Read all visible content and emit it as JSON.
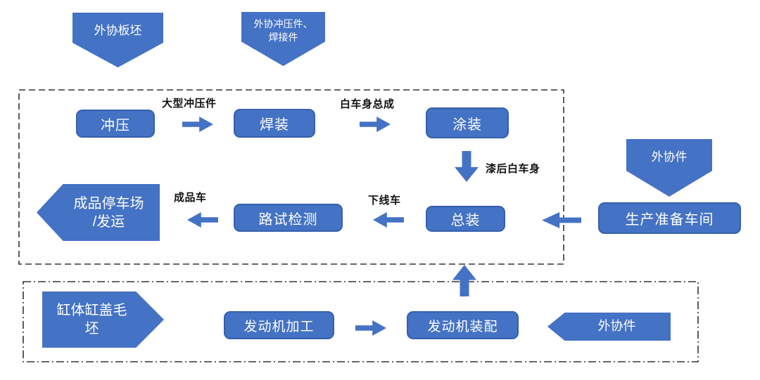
{
  "diagram": {
    "top_inputs": {
      "slab": "外协板坯",
      "press_weld_lines": [
        "外协冲压件、",
        "焊接件"
      ],
      "outsourced": "外协件"
    },
    "vehicle_plant": {
      "stamping": "冲压",
      "welding": "焊装",
      "painting": "涂装",
      "assembly": "总装",
      "road_test": "路试检测",
      "prep_workshop": "生产准备车间",
      "finished_lines": [
        "成品停车场",
        "/发运"
      ]
    },
    "flow_labels": {
      "large_stampings": "大型冲压件",
      "biw_assembly": "白车身总成",
      "painted_biw": "漆后白车身",
      "offline_car": "下线车",
      "finished_car": "成品车"
    },
    "engine_plant": {
      "blank_lines": [
        "缸体缸盖毛",
        "坯"
      ],
      "machining": "发动机加工",
      "assembly": "发动机装配",
      "outsourced": "外协件"
    },
    "colors": {
      "shape_fill": "#4472C4",
      "shape_border": "#3560AC",
      "boundary_stroke": "#333333",
      "label_text": "#111111",
      "shape_text": "#ffffff"
    }
  }
}
